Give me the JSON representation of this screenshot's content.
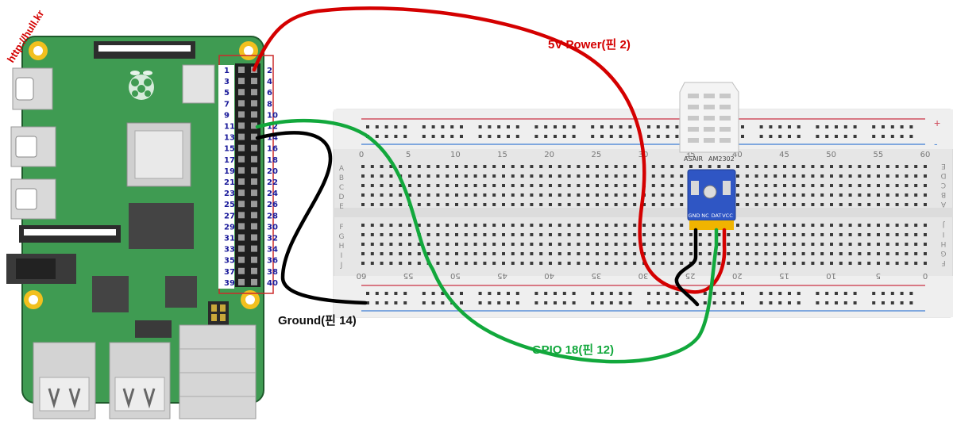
{
  "watermark": "http://hull.kr",
  "pin_header": {
    "odd_pins": [
      "1",
      "3",
      "5",
      "7",
      "9",
      "11",
      "13",
      "15",
      "17",
      "19",
      "21",
      "23",
      "25",
      "27",
      "29",
      "31",
      "33",
      "35",
      "37",
      "39"
    ],
    "even_pins": [
      "2",
      "4",
      "6",
      "8",
      "10",
      "12",
      "14",
      "16",
      "18",
      "20",
      "22",
      "24",
      "26",
      "28",
      "30",
      "32",
      "34",
      "36",
      "38",
      "40"
    ]
  },
  "breadboard": {
    "top_columns": [
      "0",
      "5",
      "10",
      "15",
      "20",
      "25",
      "30",
      "35",
      "40",
      "45",
      "50",
      "55",
      "60"
    ],
    "bottom_columns": [
      "60",
      "55",
      "50",
      "45",
      "40",
      "35",
      "30",
      "25",
      "20",
      "15",
      "10",
      "5",
      "0"
    ],
    "left_rows": [
      "A",
      "B",
      "C",
      "D",
      "E",
      "F",
      "G",
      "H",
      "I",
      "J"
    ],
    "right_rows": [
      "E",
      "D",
      "C",
      "B",
      "A",
      "J",
      "I",
      "H",
      "G",
      "F"
    ],
    "rail_plus": "+",
    "rail_minus": "-"
  },
  "sensor": {
    "brand": "ASAIR",
    "model": "AM2302",
    "pin_labels": [
      "GND",
      "NC",
      "DAT",
      "VCC"
    ]
  },
  "labels": {
    "power": "5V Power(핀 2)",
    "ground": "Ground(핀 14)",
    "gpio": "GPIO 18(핀 12)"
  },
  "colors": {
    "board": "#3f9b52",
    "board_edge": "#1f5a2c",
    "power_wire": "#d40000",
    "gpio_wire": "#12a83c",
    "ground_wire": "#000000",
    "sensor_module": "#2f56c4",
    "breadboard": "#ececec"
  }
}
